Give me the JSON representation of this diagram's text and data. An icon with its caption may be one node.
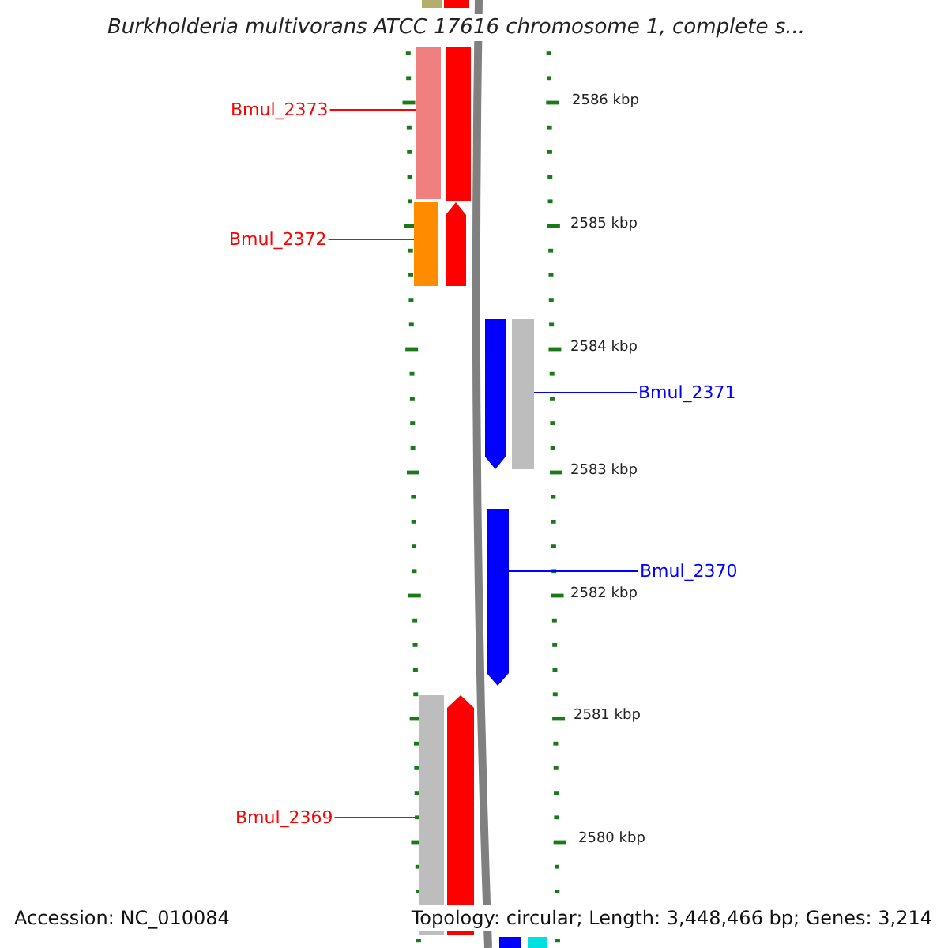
{
  "diagram": {
    "title": "Burkholderia multivorans ATCC 17616 chromosome 1, complete s...",
    "nodes": [
      {
        "text": [
          "Bmul_2373"
        ]
      },
      {
        "text": [],
        "shape": "bar"
      },
      {
        "text": [
          "Bmul_2372"
        ]
      },
      {
        "text": [],
        "shape": "bar"
      },
      {
        "text": [
          "Bmul_2371"
        ]
      },
      {
        "text": [],
        "shape": "bar"
      },
      {
        "text": [
          "Bmul_2370"
        ]
      },
      {
        "text": [],
        "shape": "bar"
      },
      {
        "text": [
          "Bmul_2369"
        ]
      },
      {
        "text": [],
        "shape": "bar"
      }
    ],
    "edges": [
      {
        "from": 0,
        "to": 1,
        "arrow": "none"
      },
      {
        "from": 2,
        "to": 3,
        "arrow": "none"
      },
      {
        "from": 4,
        "to": 5,
        "arrow": "none",
        "color": "#0000ff"
      },
      {
        "from": 6,
        "to": 7,
        "arrow": "none",
        "color": "#0000ff"
      },
      {
        "from": 8,
        "to": 9,
        "arrow": "none"
      }
    ],
    "labels": [
      "2586 kbp",
      "2585 kbp",
      "2584 kbp",
      "2583 kbp",
      "2582 kbp",
      "2581 kbp",
      "2580 kbp",
      "Accession: NC_010084",
      "Topology: circular; Length: 3,448,466 bp; Genes: 3,214"
    ]
  }
}
